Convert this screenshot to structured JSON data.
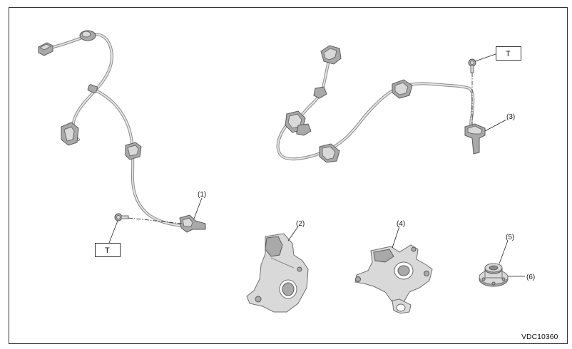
{
  "callouts": {
    "c1": "(1)",
    "c2": "(2)",
    "c3": "(3)",
    "c4": "(4)",
    "c5": "(5)",
    "c6": "(6)"
  },
  "torque_boxes": {
    "left": "T",
    "right": "T"
  },
  "figure_code": "VDC10360",
  "colors": {
    "line": "#222222",
    "part_fill": "#d9d9d9",
    "part_shadow": "#a9a9a9"
  }
}
